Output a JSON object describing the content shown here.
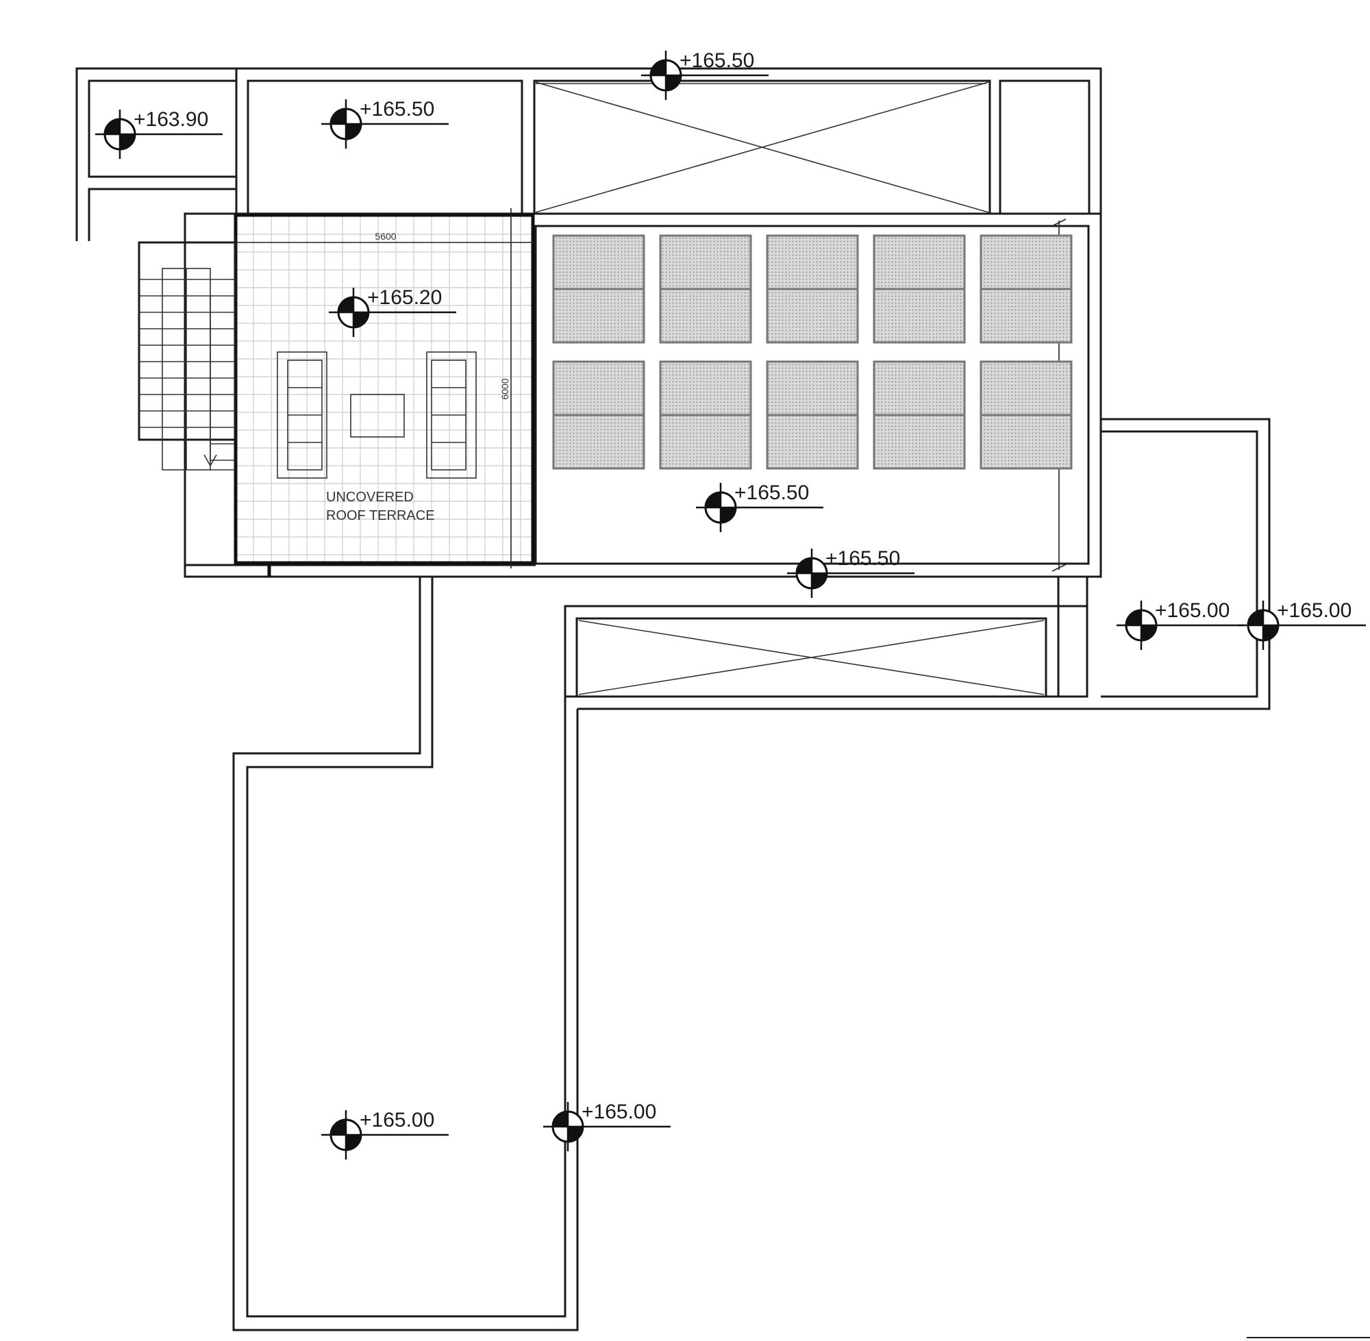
{
  "plan": {
    "area_label_line1": "UNCOVERED",
    "area_label_line2": "ROOF TERRACE",
    "dim_width": "5600",
    "dim_depth": "6000"
  },
  "levels": [
    {
      "id": "lvl-1",
      "value": "+163.90"
    },
    {
      "id": "lvl-2",
      "value": "+165.50"
    },
    {
      "id": "lvl-3",
      "value": "+165.50"
    },
    {
      "id": "lvl-4",
      "value": "+165.20"
    },
    {
      "id": "lvl-5",
      "value": "+165.50"
    },
    {
      "id": "lvl-6",
      "value": "+165.50"
    },
    {
      "id": "lvl-7",
      "value": "+165.00"
    },
    {
      "id": "lvl-8",
      "value": "+165.00"
    },
    {
      "id": "lvl-9",
      "value": "+165.00"
    },
    {
      "id": "lvl-10",
      "value": "+165.00"
    }
  ]
}
